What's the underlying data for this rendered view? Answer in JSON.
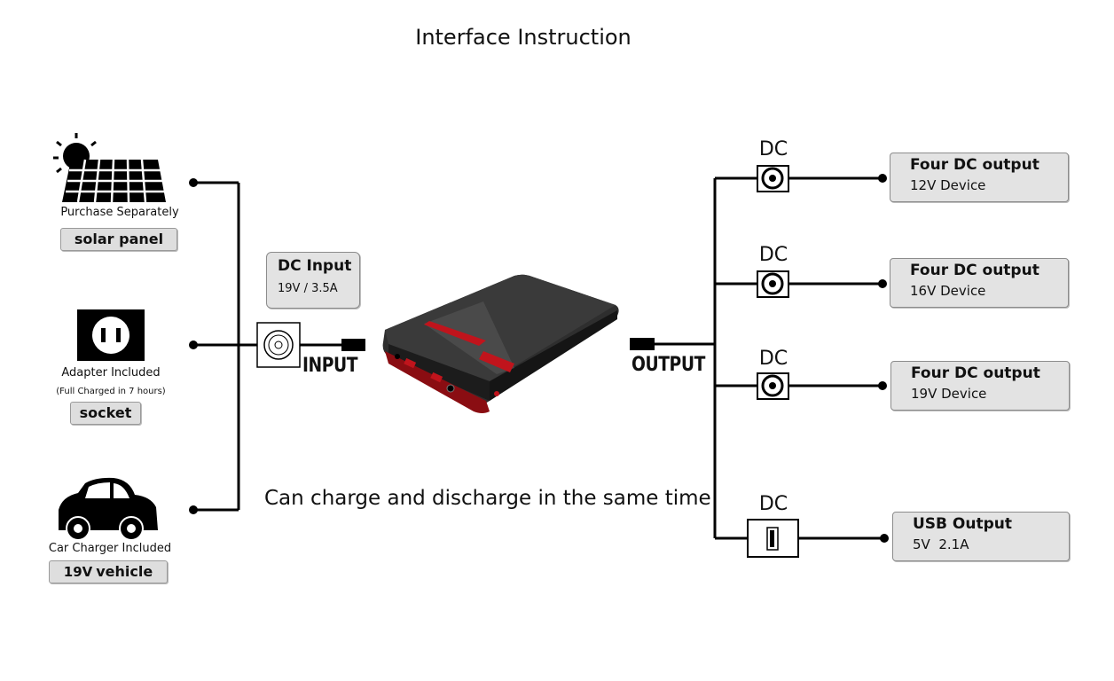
{
  "title": "Interface Instruction",
  "inputs": {
    "solar": {
      "caption": "Purchase Separately",
      "tag": "solar panel"
    },
    "adapter": {
      "caption": "Adapter Included",
      "note": "(Full Charged in 7 hours)",
      "tag": "socket"
    },
    "car": {
      "caption": "Car Charger Included",
      "tag_prefix": "19V",
      "tag": "vehicle"
    }
  },
  "dc_input": {
    "head": "DC Input",
    "sub": "19V / 3.5A"
  },
  "input_label": "INPUT",
  "output_label": "OUTPUT",
  "middle_text": "Can charge and discharge in the same time",
  "outputs": [
    {
      "port_label": "DC",
      "head": "Four DC output",
      "sub": "12V Device"
    },
    {
      "port_label": "DC",
      "head": "Four DC output",
      "sub": "16V Device"
    },
    {
      "port_label": "DC",
      "head": "Four DC output",
      "sub": "19V Device"
    },
    {
      "port_label": "DC",
      "head": "USB Output",
      "sub": "5V  2.1A"
    }
  ],
  "colors": {
    "line": "#000000",
    "box_fill": "#e3e3e3",
    "device_red": "#c0141c",
    "device_body": "#2a2a2a"
  },
  "icons": [
    "sun-icon",
    "solar-panel-icon",
    "power-socket-icon",
    "car-icon",
    "dc-port-icon",
    "usb-port-icon",
    "power-bank-image"
  ]
}
